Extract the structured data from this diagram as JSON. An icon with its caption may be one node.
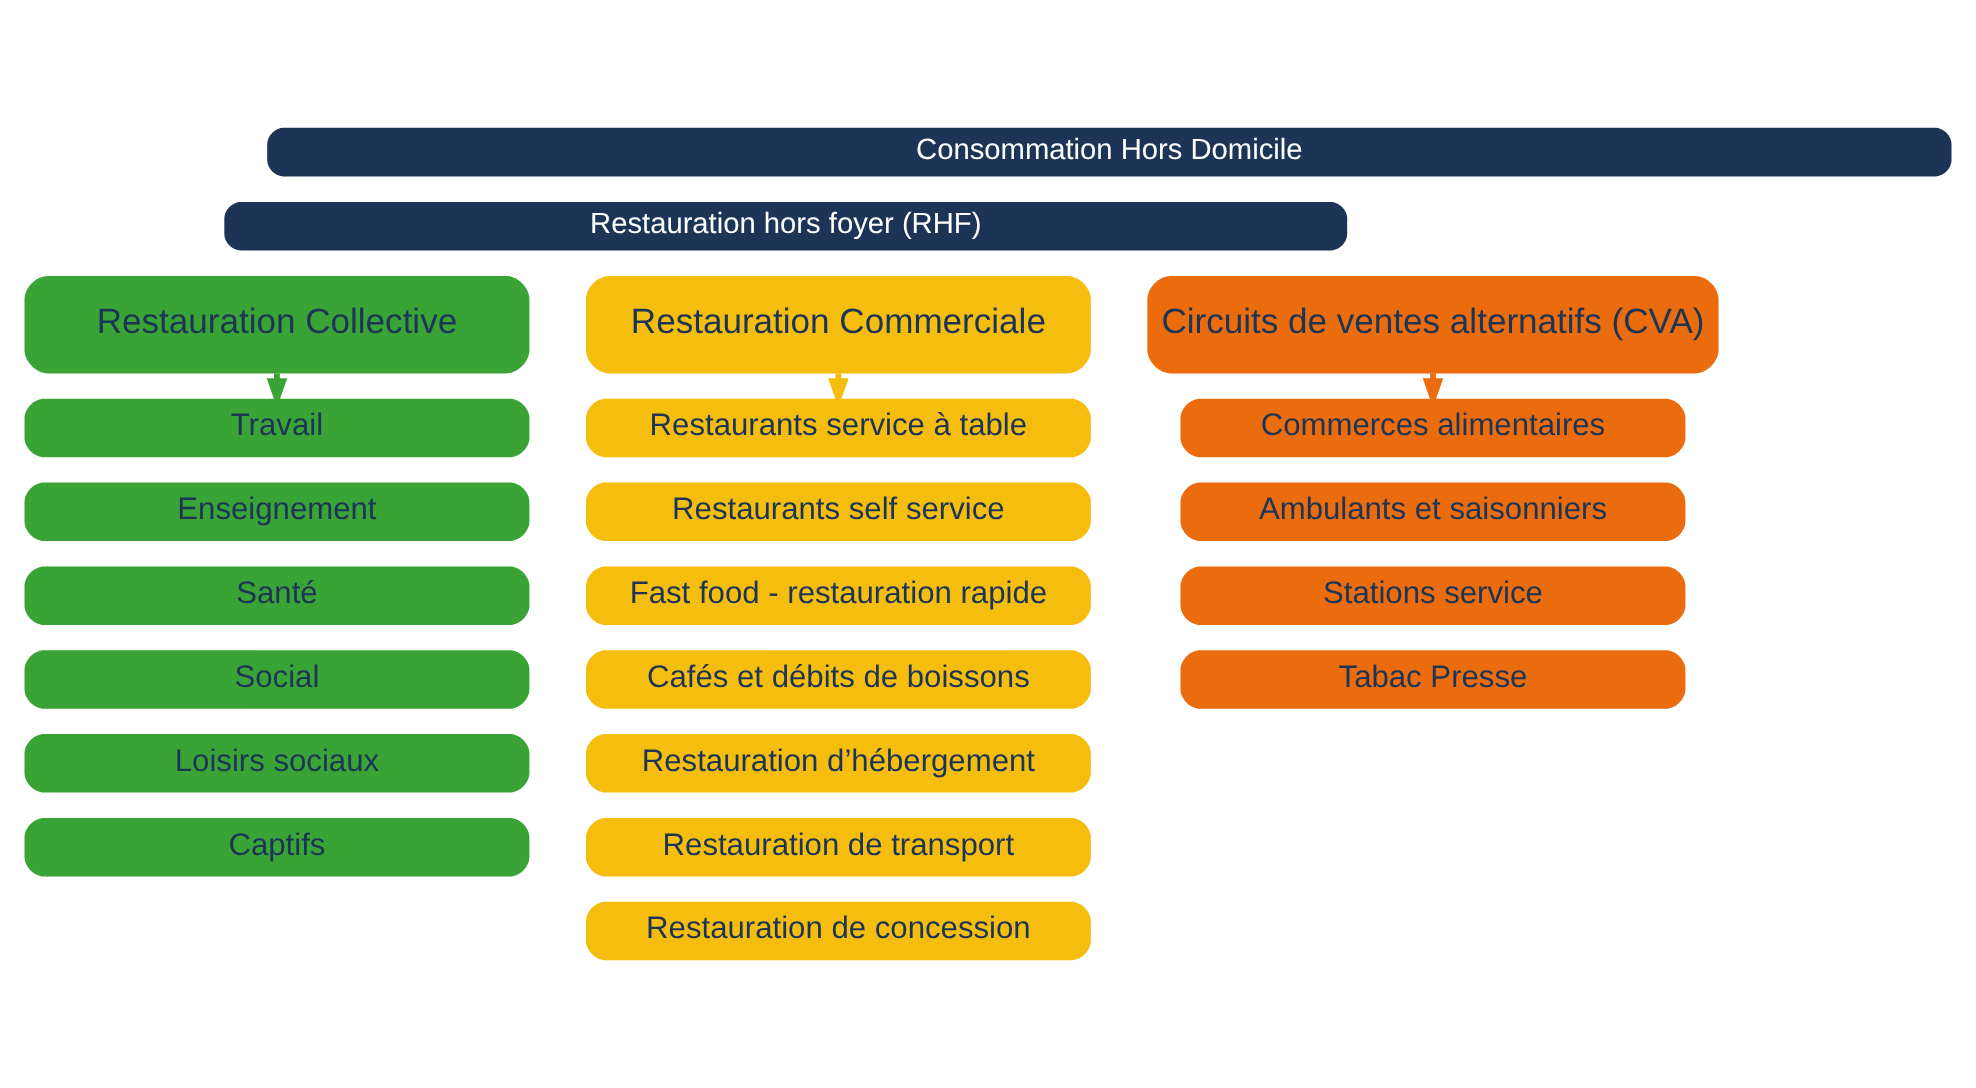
{
  "diagram": {
    "nodes": [
      {
        "text": [
          "Consommation Hors Domicile"
        ]
      },
      {
        "text": [
          "Restauration hors foyer (RHF)"
        ]
      },
      {
        "text": [
          "Restauration Collective"
        ]
      },
      {
        "text": [
          "Restauration Commerciale"
        ]
      },
      {
        "text": [
          "Circuits de ventes alternatifs (CVA)"
        ]
      },
      {
        "text": [
          "Travail"
        ]
      },
      {
        "text": [
          "Enseignement"
        ]
      },
      {
        "text": [
          "Santé"
        ]
      },
      {
        "text": [
          "Social"
        ]
      },
      {
        "text": [
          "Loisirs sociaux"
        ]
      },
      {
        "text": [
          "Captifs"
        ]
      },
      {
        "text": [
          "Restaurants service à table"
        ]
      },
      {
        "text": [
          "Restaurants self service"
        ]
      },
      {
        "text": [
          "Fast food - restauration rapide"
        ]
      },
      {
        "text": [
          "Cafés et débits de boissons"
        ]
      },
      {
        "text": [
          "Restauration d’hébergement"
        ]
      },
      {
        "text": [
          "Restauration de transport"
        ]
      },
      {
        "text": [
          "Restauration de concession"
        ]
      },
      {
        "text": [
          "Commerces alimentaires"
        ]
      },
      {
        "text": [
          "Ambulants et saisonniers"
        ]
      },
      {
        "text": [
          "Stations service"
        ]
      },
      {
        "text": [
          "Tabac Presse"
        ]
      }
    ],
    "edges": [
      {
        "from": 2,
        "to": 5,
        "arrow": "to",
        "color": "#3aa335"
      },
      {
        "from": 3,
        "to": 11,
        "arrow": "to",
        "color": "#f5be0f"
      },
      {
        "from": 4,
        "to": 18,
        "arrow": "to",
        "color": "#ea6c0d"
      }
    ]
  }
}
